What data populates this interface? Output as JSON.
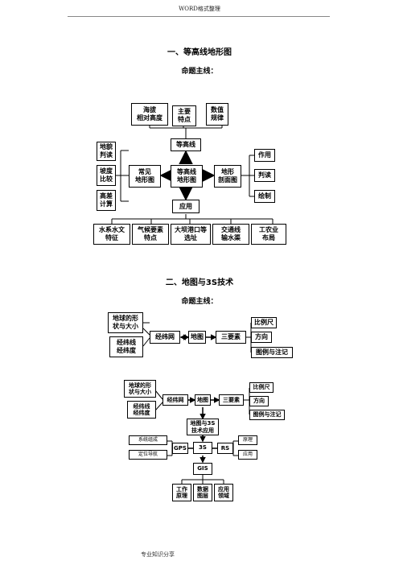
{
  "header": {
    "text": "WORD格式整理"
  },
  "footer": {
    "text": "专业知识分享"
  },
  "section1": {
    "title": "一、等高线地形图",
    "subtitle": "命题主线：",
    "top": [
      "海拔\n相对高度",
      "主要\n特点",
      "数值\n规律"
    ],
    "contour": "等高线",
    "center": "等高线\n地形图",
    "left": "常见\n地形图",
    "leftItems": [
      "地貌\n判读",
      "坡度\n比较",
      "高差\n计算"
    ],
    "right": "地形\n剖面图",
    "rightItems": [
      "作用",
      "判读",
      "绘制"
    ],
    "apply": "应用",
    "bottom": [
      "水系水文\n特征",
      "气候要素\n特点",
      "大坝港口等\n选址",
      "交通线\n输水渠",
      "工农业\n布局"
    ]
  },
  "section2": {
    "title": "二、地图与3S技术",
    "subtitle": "命题主线：",
    "d1": {
      "left": [
        "地球的形\n状与大小",
        "经纬线\n经纬度"
      ],
      "grid": "经纬网",
      "map": "地图",
      "elements": "三要素",
      "right": [
        "比例尺",
        "方向",
        "图例与注记"
      ]
    },
    "d2": {
      "left": [
        "地球的形\n状与大小",
        "经纬线\n经纬度"
      ],
      "grid": "经纬网",
      "map": "地图",
      "elements": "三要素",
      "right": [
        "比例尺",
        "方向",
        "图例与注记"
      ],
      "tech": "地图与3S\n技术应用",
      "gps": "GPS",
      "ss": "3S",
      "rs": "RS",
      "gis": "GIS",
      "gpsItems": [
        "系统组成",
        "定位导航"
      ],
      "rsItems": [
        "原理",
        "应用"
      ],
      "gisItems": [
        "工作\n原理",
        "数据\n图层",
        "应用\n领域"
      ]
    }
  }
}
